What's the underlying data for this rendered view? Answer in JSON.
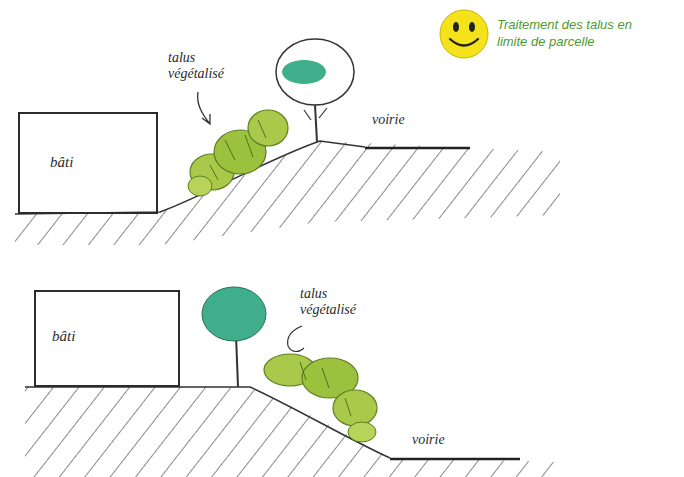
{
  "diagram": {
    "title": "Traitement des talus en limite de parcelle",
    "nodes": [
      {
        "text": [
          "bâti"
        ]
      },
      {
        "text": [
          "bâti"
        ]
      }
    ],
    "labels": [
      "talus végétalisé",
      "voirie",
      "talus végétalisé",
      "voirie"
    ]
  }
}
